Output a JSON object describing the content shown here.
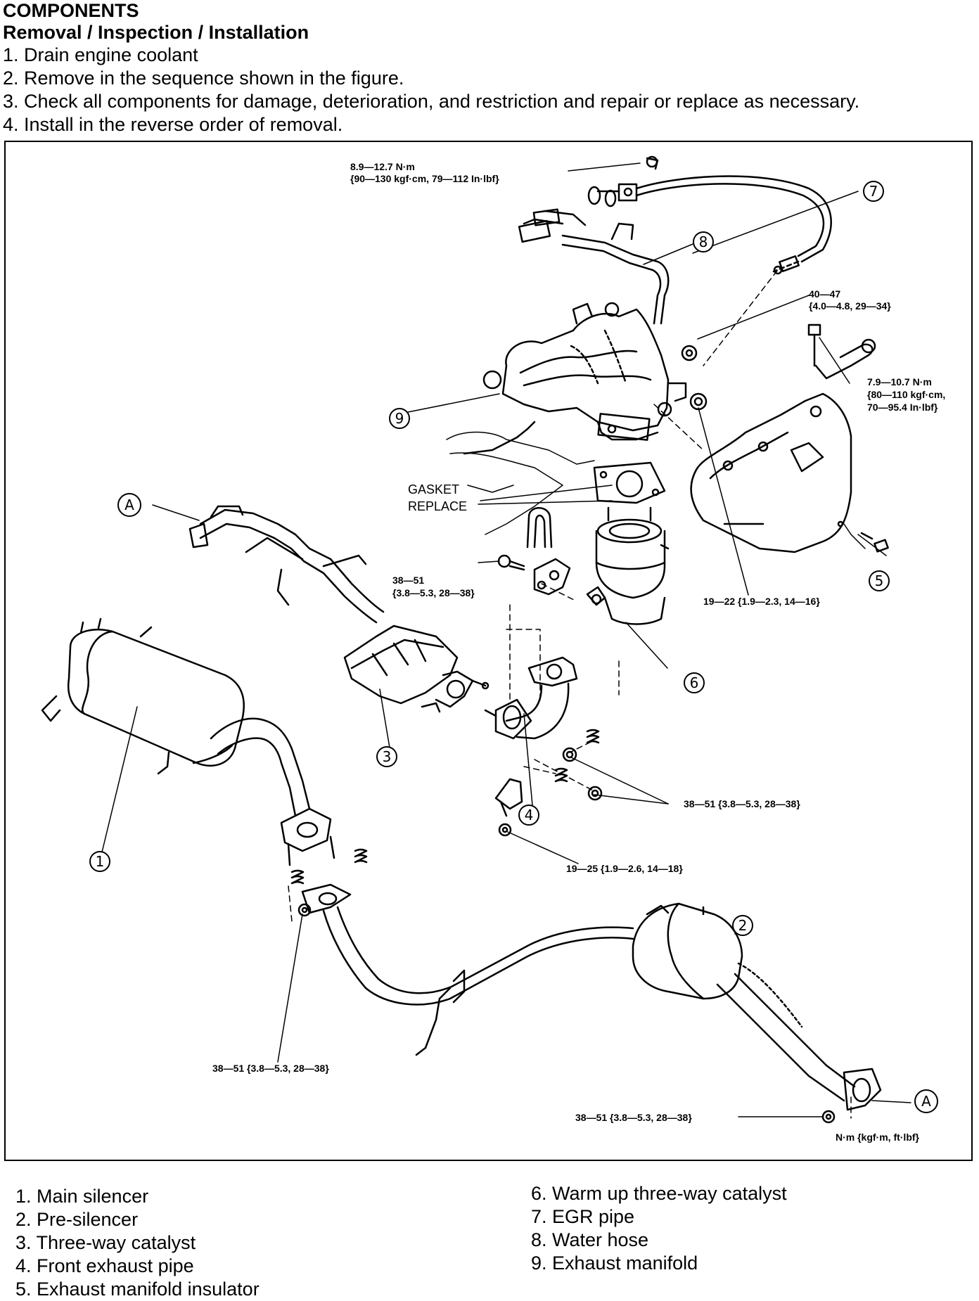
{
  "header": {
    "title": "COMPONENTS",
    "subtitle": "Removal / Inspection / Installation",
    "steps": [
      "1. Drain engine coolant",
      "2. Remove in the sequence shown in the figure.",
      "3. Check all components for damage, deterioration, and restriction and repair or replace as necessary.",
      "4. Install in the reverse order of removal."
    ]
  },
  "diagram": {
    "callouts": {
      "c1": "1",
      "c2": "2",
      "c3": "3",
      "c4": "4",
      "c5": "5",
      "c6": "6",
      "c7": "7",
      "c8": "8",
      "c9": "9",
      "ca1": "A",
      "ca2": "A"
    },
    "torque": {
      "egr_line1": "8.9—12.7 N·m",
      "egr_line2": "{90—130 kgf·cm, 79—112 In·lbf}",
      "manifold_line1": "40—47",
      "manifold_line2": "{4.0—4.8, 29—34}",
      "insulator_line1": "7.9—10.7 N·m",
      "insulator_line2": "{80—110 kgf·cm,",
      "insulator_line3": "70—95.4 In·lbf}",
      "bracket_line1": "38—51",
      "bracket_line2": "{3.8—5.3, 28—38}",
      "stud": "19—22 {1.9—2.3, 14—16}",
      "front_pipe_nut": "38—51 {3.8—5.3, 28—38}",
      "hanger_nut": "19—25 {1.9—2.6, 14—18}",
      "presilencer_nut": "38—51 {3.8—5.3, 28—38}",
      "rear_nut": "38—51 {3.8—5.3, 28—38}",
      "units": "N·m {kgf·m, ft·lbf}"
    },
    "gasket_line1": "GASKET",
    "gasket_line2": "REPLACE"
  },
  "legend": {
    "left": [
      "1. Main silencer",
      "2. Pre-silencer",
      "3. Three-way catalyst",
      "4. Front exhaust pipe",
      "5. Exhaust manifold insulator"
    ],
    "right": [
      "6. Warm up three-way catalyst",
      "7. EGR pipe",
      "8. Water hose",
      "9. Exhaust manifold"
    ]
  }
}
